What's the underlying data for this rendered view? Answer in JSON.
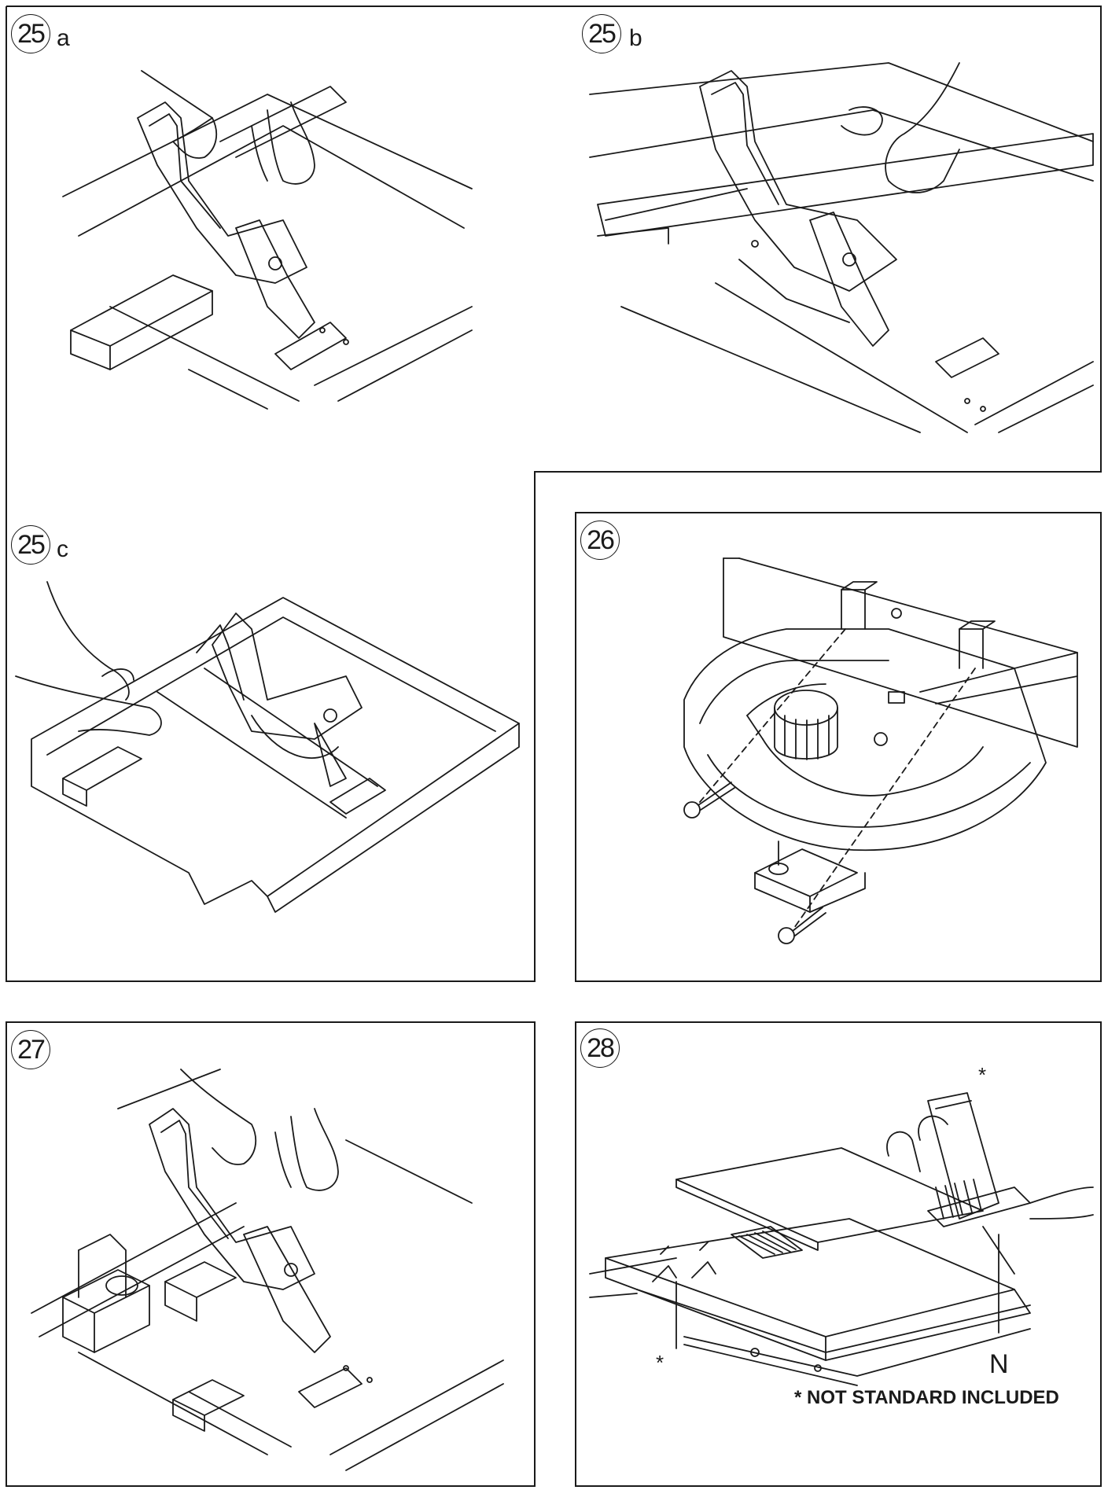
{
  "figures": [
    {
      "id": "25a",
      "number": "25",
      "suffix": "a"
    },
    {
      "id": "25b",
      "number": "25",
      "suffix": "b"
    },
    {
      "id": "25c",
      "number": "25",
      "suffix": "c"
    },
    {
      "id": "26",
      "number": "26",
      "suffix": ""
    },
    {
      "id": "27",
      "number": "27",
      "suffix": ""
    },
    {
      "id": "28",
      "number": "28",
      "suffix": ""
    }
  ],
  "figure28": {
    "asterisk_top": "*",
    "asterisk_left": "*",
    "label_n": "N",
    "footnote": "* NOT STANDARD INCLUDED"
  },
  "colors": {
    "ink": "#1a1a1a",
    "paper": "#ffffff"
  }
}
